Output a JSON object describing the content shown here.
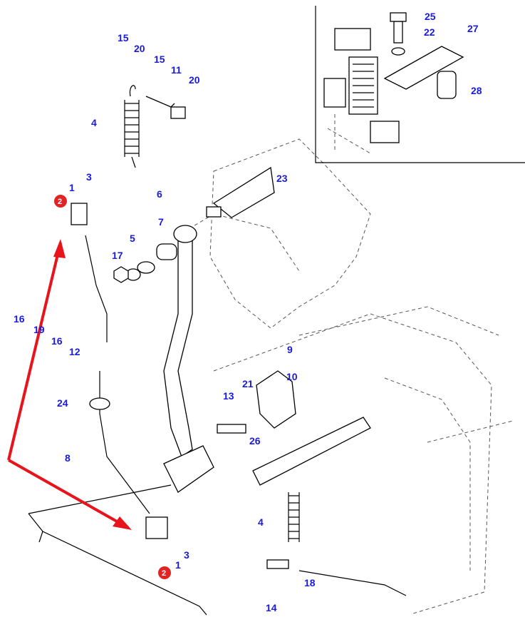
{
  "diagram": {
    "labels": [
      "15",
      "20",
      "15",
      "11",
      "20",
      "4",
      "3",
      "1",
      "2",
      "6",
      "7",
      "5",
      "17",
      "23",
      "16",
      "19",
      "16",
      "12",
      "9",
      "10",
      "13",
      "21",
      "24",
      "26",
      "8",
      "4",
      "3",
      "1",
      "2",
      "18",
      "14",
      "25",
      "22",
      "27",
      "28"
    ],
    "callout_badge": "2",
    "colors": {
      "label": "#1a1adc",
      "arrow": "#e8141c",
      "badge": "#e02424"
    }
  }
}
